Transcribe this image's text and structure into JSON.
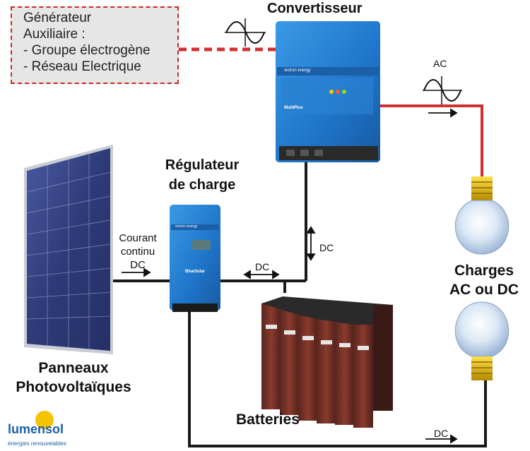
{
  "generator": {
    "lines": [
      "Générateur",
      "Auxiliaire :",
      "- Groupe électrogène",
      "- Réseau Electrique"
    ]
  },
  "converter": {
    "title": "Convertisseur",
    "brand": "victron energy",
    "model": "MultiPlus"
  },
  "regulator": {
    "title_line1": "Régulateur",
    "title_line2": "de charge",
    "brand": "victron energy",
    "model": "BlueSolar"
  },
  "panels": {
    "title_line1": "Panneaux",
    "title_line2": "Photovoltaïques"
  },
  "current_label": {
    "line1": "Courant",
    "line2": "continu",
    "line3": "DC"
  },
  "batteries": {
    "title": "Batteries",
    "count": 6
  },
  "loads": {
    "title_line1": "Charges",
    "title_line2": "AC ou DC"
  },
  "signals": {
    "ac": "AC",
    "dc_vertical": "DC",
    "dc_horizontal": "DC",
    "dc_bottom": "DC"
  },
  "logo": {
    "name": "lumensol",
    "tagline": "énergies renouvelables"
  },
  "colors": {
    "ac_wire": "#d32f2f",
    "dc_wire": "#1a1a1a",
    "device_blue": "#1e74c8",
    "panel_cell": "#33407a",
    "generator_border": "#c62828"
  }
}
